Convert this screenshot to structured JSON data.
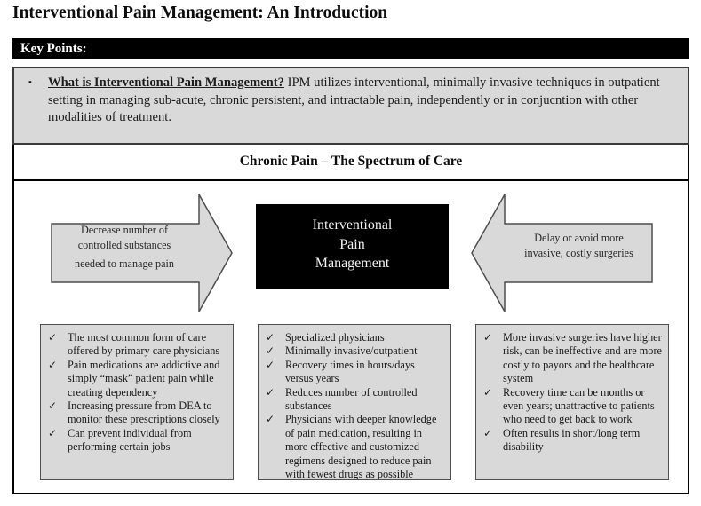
{
  "page": {
    "title": "Interventional Pain Management: An Introduction"
  },
  "key_points": {
    "header": "Key Points:",
    "bullet_icon": "▪",
    "lead": "What is Interventional Pain Management?",
    "body": " IPM utilizes interventional, minimally invasive techniques in outpatient setting in managing sub-acute, chronic persistent, and intractable pain, independently or in conjucntion with other modalities of treatment."
  },
  "spectrum": {
    "header": "Chronic Pain – The Spectrum of Care",
    "center_box_label": "Interventional\nPain\nManagement",
    "left_arrow": {
      "line1": "Decrease number of\ncontrolled substances",
      "line2": "needed to manage pain"
    },
    "right_arrow": {
      "line1": "Delay or avoid more\ninvasive, costly surgeries"
    },
    "check_icon": "✓",
    "columns": [
      {
        "items": [
          "The most common form of care offered by primary care physicians",
          "Pain medications are addictive and simply “mask” patient pain while creating dependency",
          "Increasing pressure from DEA to monitor these prescriptions closely",
          "Can prevent individual from performing certain jobs"
        ]
      },
      {
        "items": [
          "Specialized physicians",
          "Minimally invasive/outpatient",
          "Recovery times in hours/days versus years",
          "Reduces number of controlled substances",
          "Physicians with deeper knowledge of pain medication, resulting in more effective and customized regimens designed to reduce pain with fewest drugs as possible"
        ]
      },
      {
        "items": [
          "More invasive surgeries have higher risk, can be ineffective and are more costly to payors and the healthcare system",
          "Recovery time can be months or even years; unattractive to patients who need to get back to work",
          "Often results in short/long term disability"
        ]
      }
    ]
  },
  "colors": {
    "panel_gray": "#d9d9d9",
    "bar_black": "#000000",
    "border_dark": "#3b3b3b"
  }
}
